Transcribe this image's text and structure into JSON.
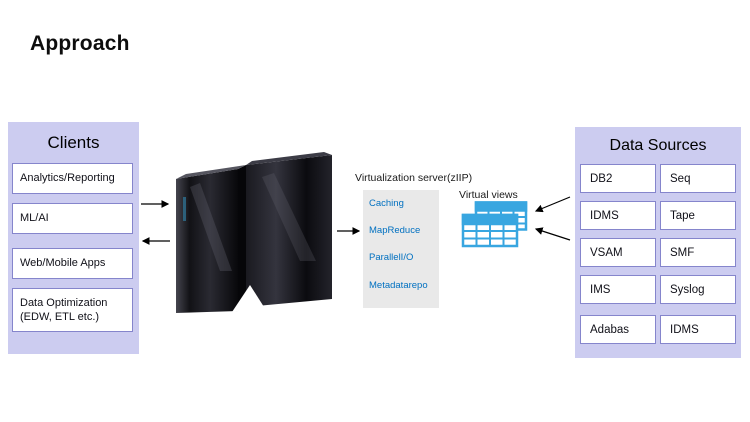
{
  "title": "Approach",
  "clients": {
    "header": "Clients",
    "items": [
      "Analytics/Reporting",
      "ML/AI",
      "Web/Mobile Apps",
      "Data Optimization\n(EDW, ETL etc.)"
    ]
  },
  "virtualization": {
    "label": "Virtualization server(zIIP)",
    "items": [
      "Caching",
      "MapReduce",
      "ParallelI/O",
      "Metadatarepo"
    ]
  },
  "virtual_views": {
    "label": "Virtual views"
  },
  "data_sources": {
    "header": "Data Sources",
    "left_column": [
      "DB2",
      "IDMS",
      "VSAM",
      "IMS",
      "Adabas"
    ],
    "right_column": [
      "Seq",
      "Tape",
      "SMF",
      "Syslog",
      "IDMS"
    ]
  },
  "colors": {
    "panel_background": "#ccccf0",
    "box_border": "#8585cc",
    "virtualization_box_background": "#e9e9e9",
    "virtualization_text": "#0070c0",
    "virtual_views_icon": "#38a6e0",
    "arrow": "#000000"
  }
}
